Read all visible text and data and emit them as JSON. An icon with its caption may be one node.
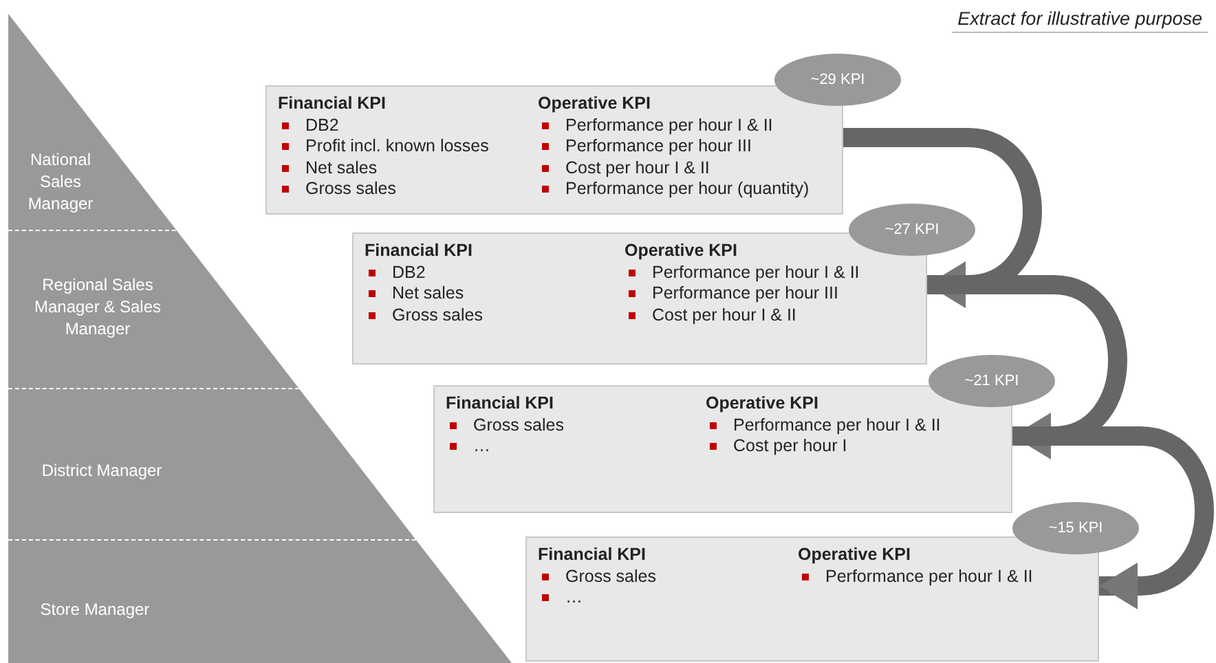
{
  "diagram": {
    "nodes": [
      {
        "text": [
          "National Sales Manager"
        ]
      },
      {
        "text": [
          "Regional Sales Manager & Sales Manager"
        ]
      },
      {
        "text": [
          "District Manager"
        ]
      },
      {
        "text": [
          "Store Manager"
        ]
      },
      {
        "text": [
          "Financial KPI",
          "DB2",
          "Profit incl. known losses",
          "Net sales",
          "Gross sales",
          "Operative KPI",
          "Performance per hour I & II",
          "Performance per hour III",
          "Cost per hour I & II",
          "Performance per hour (quantity)"
        ]
      },
      {
        "text": [
          "~29 KPI"
        ]
      },
      {
        "text": [
          "Financial KPI",
          "DB2",
          "Net sales",
          "Gross sales",
          "Operative KPI",
          "Performance per hour I & II",
          "Performance per hour III",
          "Cost per hour I & II"
        ]
      },
      {
        "text": [
          "~27 KPI"
        ]
      },
      {
        "text": [
          "Financial KPI",
          "Gross sales",
          "…",
          "Operative KPI",
          "Performance per hour I & II",
          "Cost per hour I"
        ]
      },
      {
        "text": [
          "~21 KPI"
        ]
      },
      {
        "text": [
          "Financial KPI",
          "Gross sales",
          "…",
          "Operative KPI",
          "Performance per hour I & II"
        ]
      },
      {
        "text": [
          "~15 KPI"
        ]
      }
    ],
    "edges": [
      {
        "from": 4,
        "to": 6,
        "arrow": "to"
      },
      {
        "from": 6,
        "to": 8,
        "arrow": "to"
      },
      {
        "from": 8,
        "to": 10,
        "arrow": "to"
      }
    ],
    "labels": [
      "Extract for illustrative purpose"
    ]
  }
}
